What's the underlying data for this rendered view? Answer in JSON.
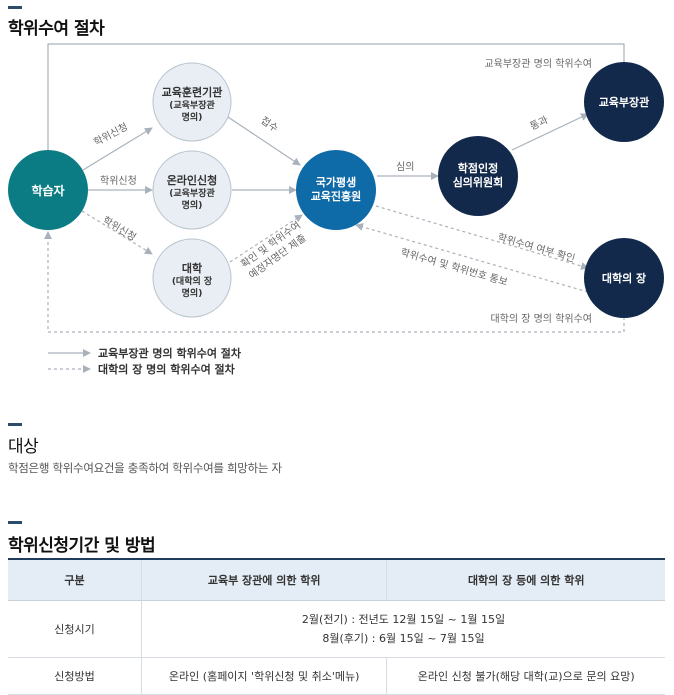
{
  "procedure": {
    "title": "학위수여 절차",
    "nodes": {
      "learner": "학습자",
      "train_inst": [
        "교육훈련기관",
        "(교육부장관",
        "명의)"
      ],
      "online_app": [
        "온라인신청",
        "(교육부장관",
        "명의)"
      ],
      "university": [
        "대학",
        "(대학의 장",
        "명의)"
      ],
      "nile": [
        "국가평생",
        "교육진흥원"
      ],
      "committee": [
        "학점인정",
        "심의위원회"
      ],
      "minister": "교육부장관",
      "univ_head": "대학의 장"
    },
    "edge_labels": {
      "apply_top": "학위신청",
      "apply_mid": "학위신청",
      "apply_bottom": "학위신청",
      "receipt": "접수",
      "review": "심의",
      "pass": "통과",
      "confirm_submit": [
        "확인 및 학위수여",
        "예정자명단 제출"
      ],
      "confirm_degree": "학위수여 여부 확인",
      "notify_number": "학위수여 및 학위번호 통보",
      "minister_award": "교육부장관 명의 학위수여",
      "head_award": "대학의 장 명의 학위수여"
    },
    "legend": {
      "solid": "교육부장관 명의 학위수여 절차",
      "dotted": "대학의 장 명의 학위수여 절차"
    },
    "colors": {
      "teal": "#0b7c84",
      "light_circle": "#e8eef3",
      "navy": "#13294b",
      "blue": "#0f6aa8",
      "line": "#a9b2bb"
    }
  },
  "target": {
    "title": "대상",
    "description": "학점은행 학위수여요건을 충족하여 학위수여를 희망하는 자"
  },
  "period": {
    "title": "학위신청기간 및 방법",
    "headers": [
      "구분",
      "교육부 장관에 의한 학위",
      "대학의 장 등에 의한 학위"
    ],
    "row_period": {
      "label": "신청시기",
      "line1": "2월(전기) : 전년도 12월 15일 ~ 1월 15일",
      "line2": "8월(후기) : 6월 15일 ~ 7월 15일"
    },
    "row_method": {
      "label": "신청방법",
      "minister": "온라인 (홈페이지 '학위신청 및 취소'메뉴)",
      "univ": "온라인 신청 불가(해당 대학(교)으로 문의 요망)"
    }
  }
}
